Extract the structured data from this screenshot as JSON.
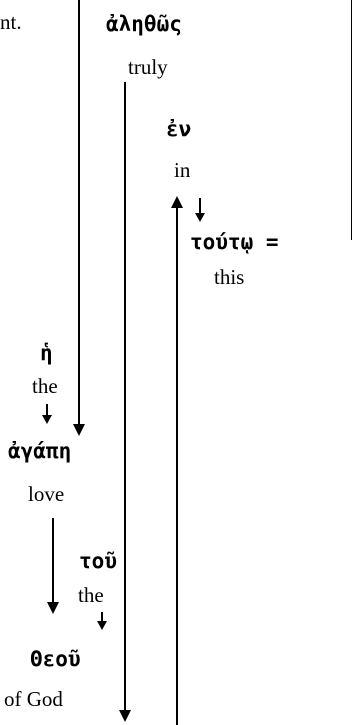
{
  "fragment": "nt.",
  "words": {
    "alethos": {
      "greek": "ἀληθῶς",
      "gloss": "truly"
    },
    "en": {
      "greek": "ἐν",
      "gloss": "in"
    },
    "touto": {
      "greek": "τούτῳ =",
      "gloss": "this"
    },
    "he": {
      "greek": "ἡ",
      "gloss": "the"
    },
    "agape": {
      "greek": "ἀγάπη",
      "gloss": "love"
    },
    "tou": {
      "greek": "τοῦ",
      "gloss": "the"
    },
    "theou": {
      "greek": "Θεοῦ",
      "gloss": "of God"
    }
  }
}
